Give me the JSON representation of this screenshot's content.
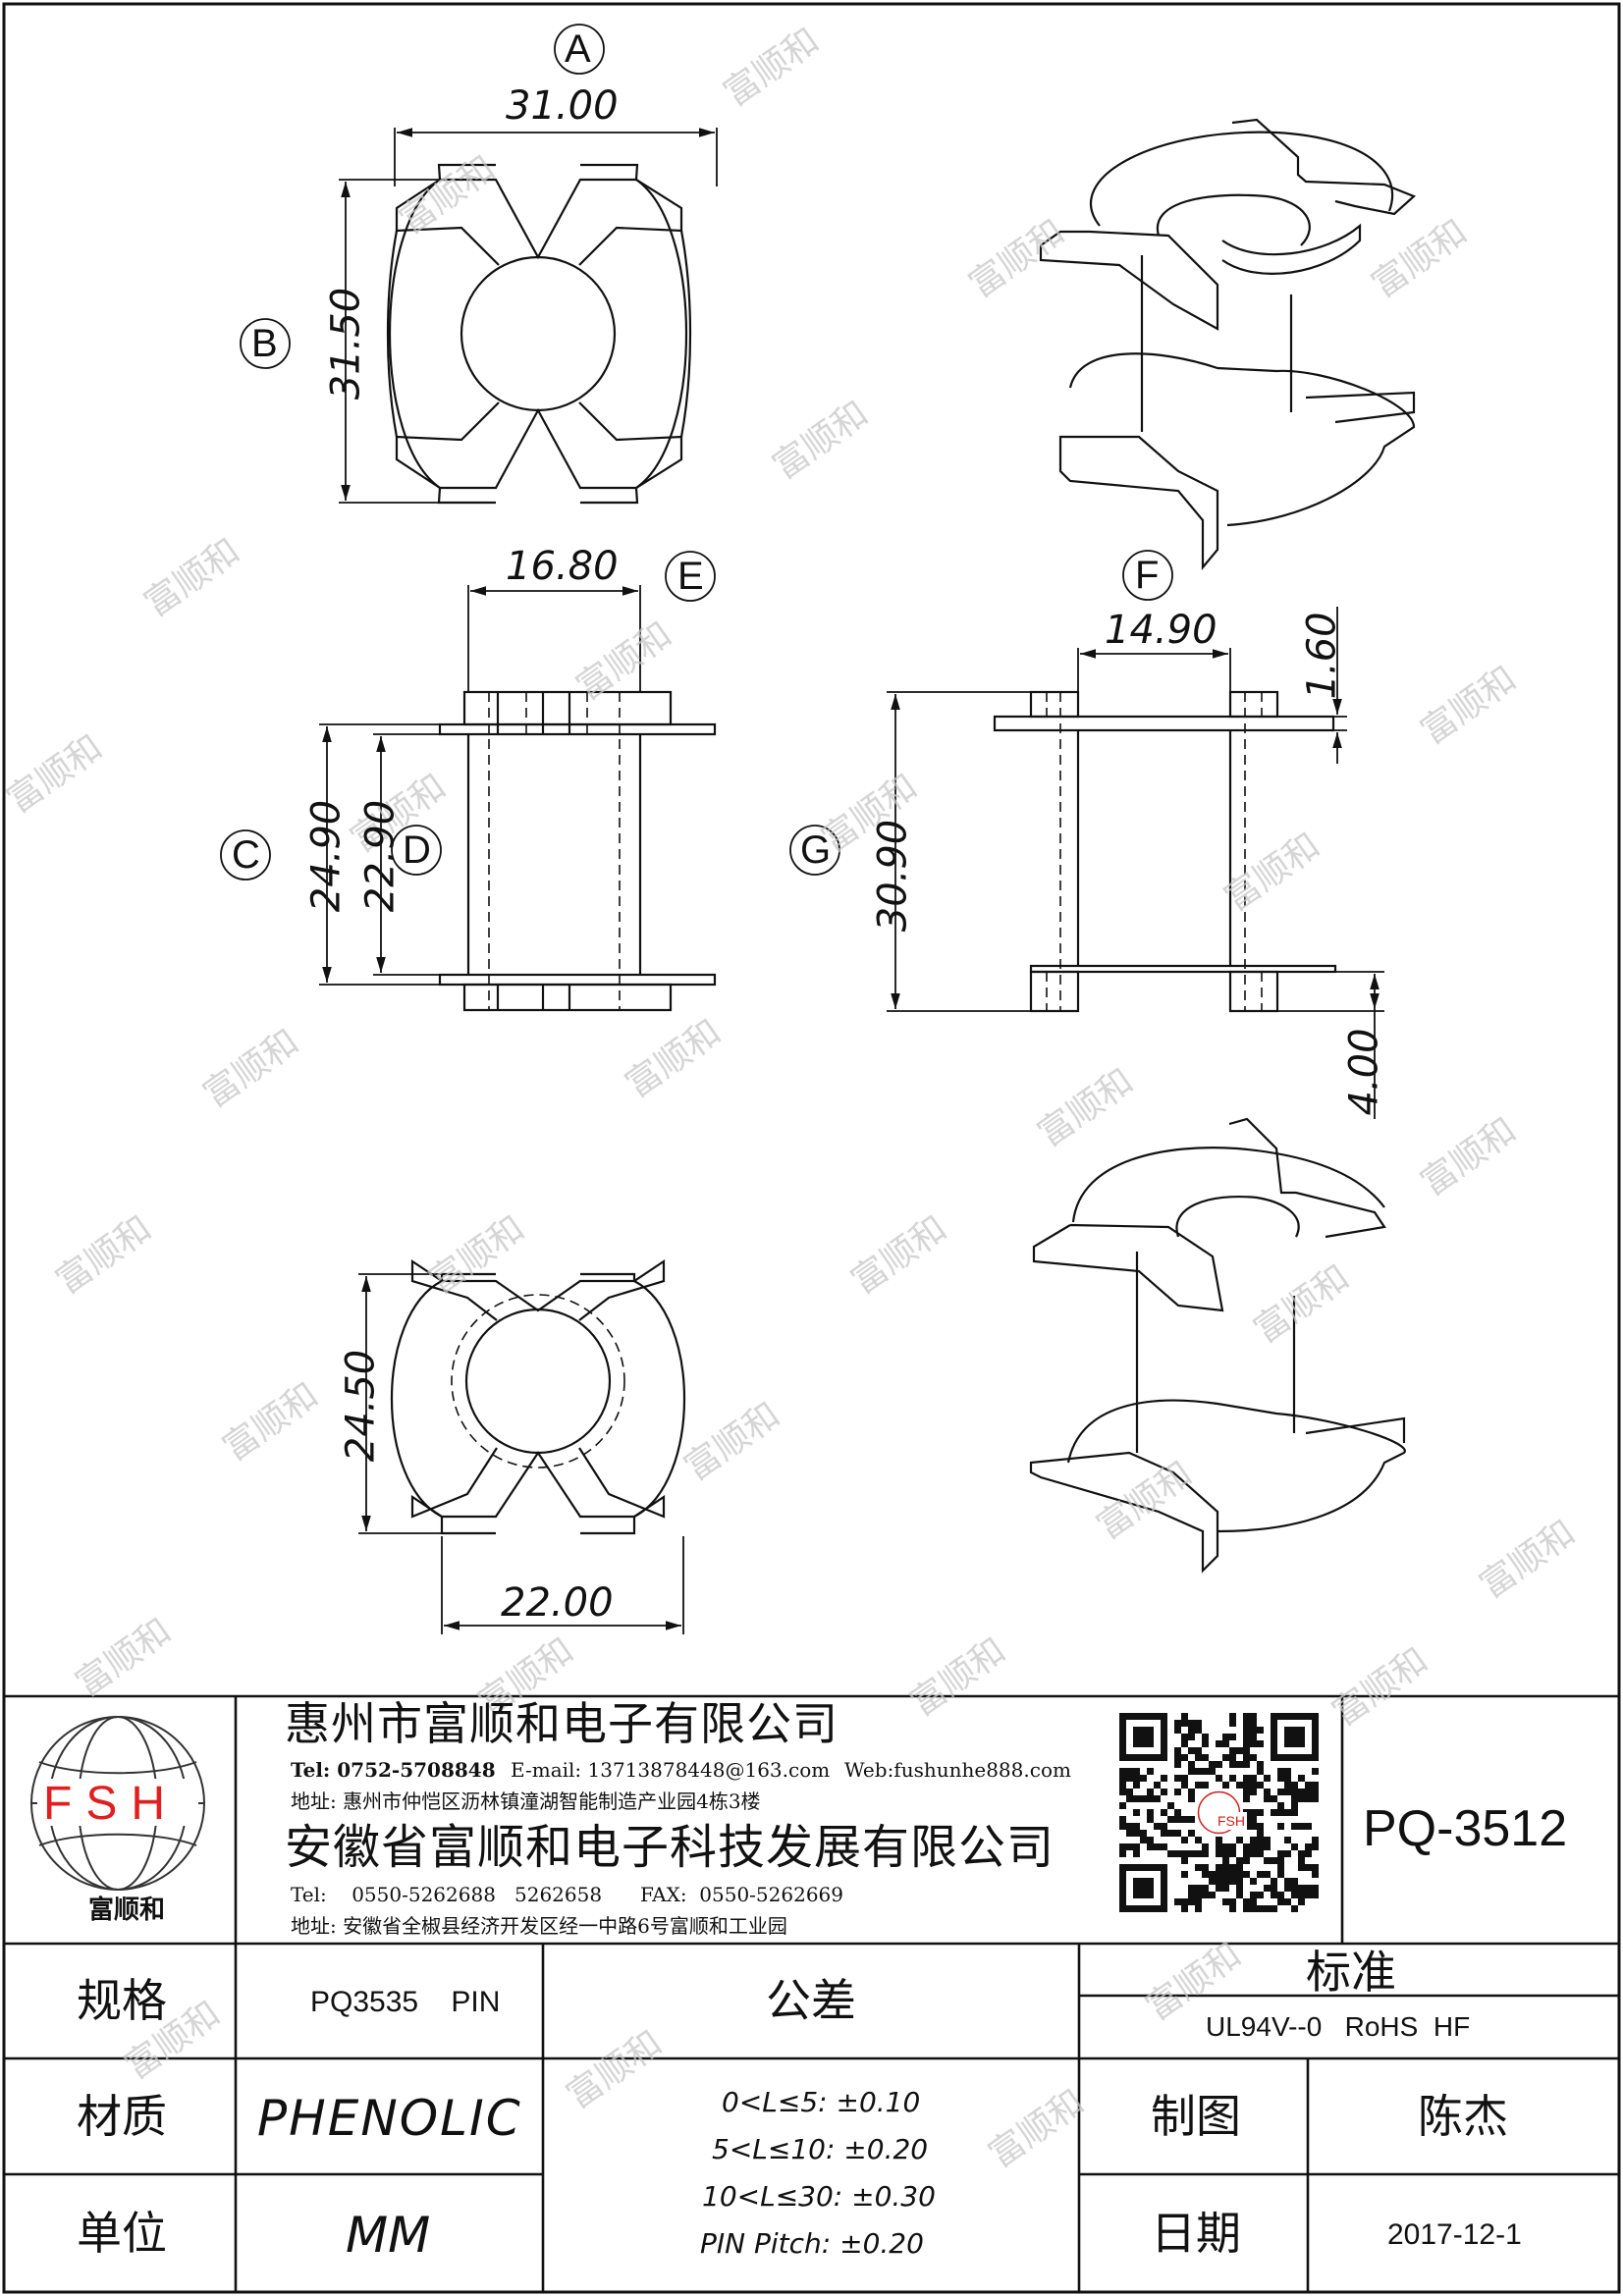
{
  "drawing": {
    "view_letters": [
      "A",
      "B",
      "C",
      "D",
      "E",
      "F",
      "G"
    ],
    "dimensions": {
      "a_width": "31.00",
      "b_height": "31.50",
      "e_width": "16.80",
      "c_height": "24.90",
      "d_height": "22.90",
      "f_width": "14.90",
      "f_flange": "1.60",
      "g_height": "30.90",
      "g_pin": "4.00",
      "bottom_height": "24.50",
      "bottom_width": "22.00"
    },
    "watermark": "富顺和"
  },
  "title_block": {
    "logo_text": "FSH",
    "logo_caption": "富顺和",
    "company1": "惠州市富顺和电子有限公司",
    "company1_tel": "Tel: 0752-5708848",
    "company1_email": "E-mail: 13713878448@163.com",
    "company1_web": "Web:fushunhe888.com",
    "company1_address": "地址: 惠州市仲恺区沥林镇潼湖智能制造产业园4栋3楼",
    "company2": "安徽省富顺和电子科技发展有限公司",
    "company2_tel": "Tel:    0550-5262688   5262658",
    "company2_fax": "FAX:  0550-5262669",
    "company2_address": "地址: 安徽省全椒县经济开发区经一中路6号富顺和工业园",
    "qr_center": "FSH",
    "part_number": "PQ-3512"
  },
  "spec_table": {
    "spec_label": "规格",
    "spec_value": "PQ3535    PIN",
    "material_label": "材质",
    "material_value": "PHENOLIC",
    "unit_label": "单位",
    "unit_value": "MM",
    "tolerance_label": "公差",
    "tolerances": [
      "0<L≤5: ±0.10",
      "5<L≤10: ±0.20",
      "10<L≤30: ±0.30",
      "PIN Pitch: ±0.20"
    ],
    "standard_label": "标准",
    "standard_value": "UL94V--0   RoHS  HF",
    "drawn_label": "制图",
    "drawn_value": "陈杰",
    "date_label": "日期",
    "date_value": "2017-12-1"
  }
}
